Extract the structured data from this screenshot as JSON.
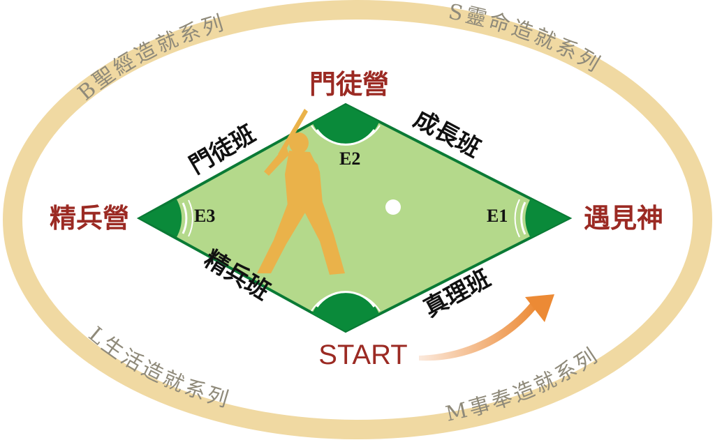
{
  "ring": {
    "top_left": "B聖經造就系列",
    "top_right": "S靈命造就系列",
    "bottom_left": "L生活造就系列",
    "bottom_right": "M事奉造就系列"
  },
  "nodes": {
    "top": "門徒營",
    "left": "精兵營",
    "right": "遇見神",
    "bottom": "START"
  },
  "edges": {
    "top_left": "門徒班",
    "top_right": "成長班",
    "bottom_left": "精兵班",
    "bottom_right": "真理班"
  },
  "bases": {
    "e1": "E1",
    "e2": "E2",
    "e3": "E3"
  },
  "colors": {
    "ring": "#f0d9a2",
    "field": "#b4d98b",
    "field_border": "#0a7a35",
    "node_text": "#9b2a23",
    "batter": "#eab24a",
    "arrow_start": "#fbe9dc",
    "arrow_end": "#ec8a35"
  },
  "icons": {
    "batter": "batter-silhouette-icon",
    "ball": "baseball-icon",
    "arrow": "curved-arrow-icon"
  }
}
